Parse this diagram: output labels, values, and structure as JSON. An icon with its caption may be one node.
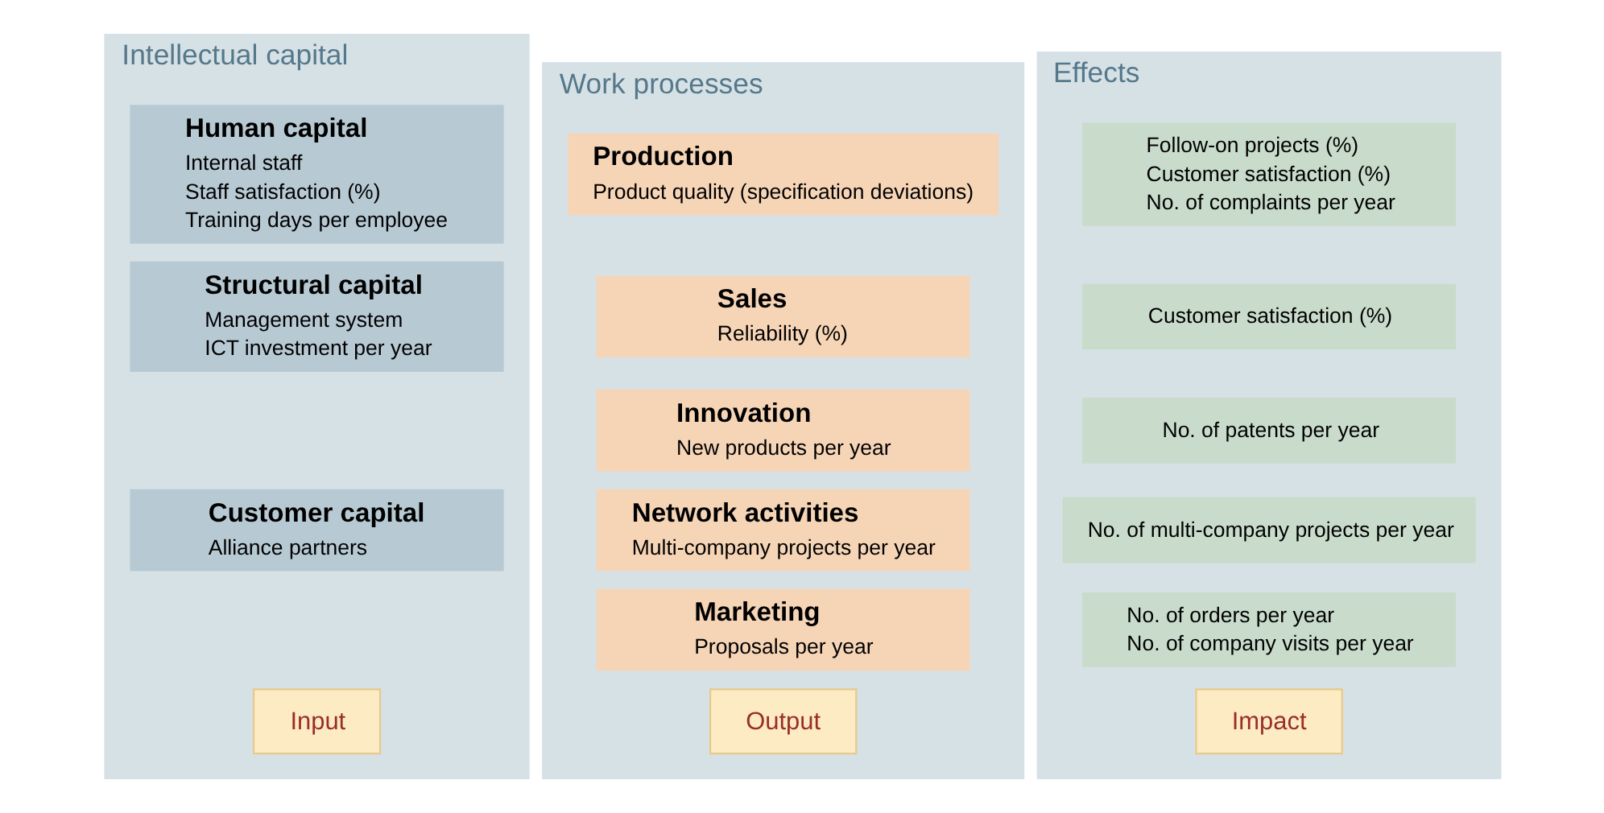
{
  "diagram": {
    "nodes": [
      {
        "text": [
          "Intellectual capital"
        ]
      },
      {
        "text": [
          "Human capital",
          "Internal staff",
          "Staff satisfaction (%)",
          "Training days per employee"
        ],
        "in": 0
      },
      {
        "text": [
          "Structural capital",
          "Management system",
          "ICT investment per year"
        ],
        "in": 0
      },
      {
        "text": [
          "Customer capital",
          "Alliance partners"
        ],
        "in": 0
      },
      {
        "text": [
          "Input"
        ],
        "in": 0
      },
      {
        "text": [
          "Work processes"
        ]
      },
      {
        "text": [
          "Production",
          "Product quality (specification deviations)"
        ],
        "in": 5
      },
      {
        "text": [
          "Sales",
          "Reliability (%)"
        ],
        "in": 5
      },
      {
        "text": [
          "Innovation",
          "New products per year"
        ],
        "in": 5
      },
      {
        "text": [
          "Network activities",
          "Multi-company projects per year"
        ],
        "in": 5
      },
      {
        "text": [
          "Marketing",
          "Proposals per year"
        ],
        "in": 5
      },
      {
        "text": [
          "Output"
        ],
        "in": 5
      },
      {
        "text": [
          "Effects"
        ]
      },
      {
        "text": [
          "Follow-on projects (%)",
          "Customer satisfaction (%)",
          "No. of complaints per year"
        ],
        "in": 12
      },
      {
        "text": [
          "Customer satisfaction (%)"
        ],
        "in": 12
      },
      {
        "text": [
          "No. of patents per year"
        ],
        "in": 12
      },
      {
        "text": [
          "No. of multi-company projects per year"
        ],
        "in": 12
      },
      {
        "text": [
          "No. of orders per year",
          "No. of company visits per year"
        ],
        "in": 12
      },
      {
        "text": [
          "Impact"
        ],
        "in": 12
      }
    ],
    "edges": []
  }
}
